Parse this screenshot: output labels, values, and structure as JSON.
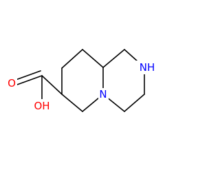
{
  "molecule": {
    "atoms": {
      "N_amine": {
        "symbol": "NH",
        "color": "#0000ff"
      },
      "N_bridge": {
        "symbol": "N",
        "color": "#0000ff"
      },
      "O_carbonyl": {
        "symbol": "O",
        "color": "#ff0000"
      },
      "O_hydroxyl": {
        "symbol": "OH",
        "color": "#ff0000"
      }
    }
  }
}
